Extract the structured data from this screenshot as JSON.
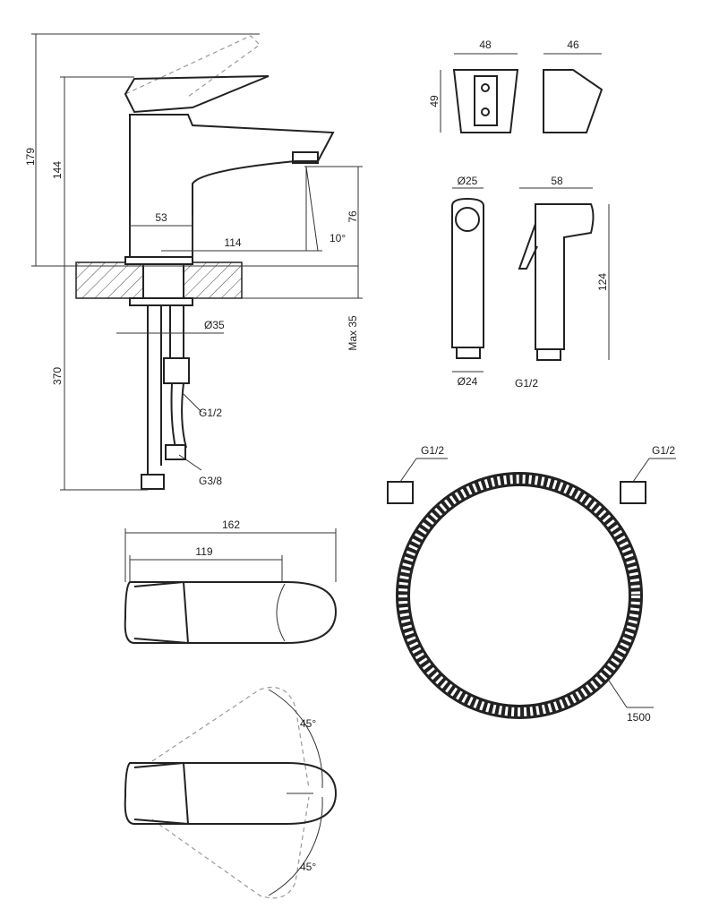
{
  "faucet": {
    "height_total": "179",
    "height_spout": "144",
    "body_width": "53",
    "spout_reach": "114",
    "spout_clearance": "76",
    "spout_angle": "10°",
    "hole_diameter": "Ø35",
    "max_counter": "Max 35",
    "hose_length": "370",
    "connector_a": "G1/2",
    "connector_b": "G3/8"
  },
  "holder": {
    "width": "48",
    "depth": "46",
    "height": "49"
  },
  "shower_head": {
    "top_diameter": "Ø25",
    "width": "58",
    "length": "124",
    "bottom_diameter": "Ø24",
    "thread": "G1/2"
  },
  "hose": {
    "end_left": "G1/2",
    "end_right": "G1/2",
    "length": "1500"
  },
  "top_view": {
    "total_length": "162",
    "handle_length": "119",
    "angle_up": "45°",
    "angle_down": "45°"
  }
}
